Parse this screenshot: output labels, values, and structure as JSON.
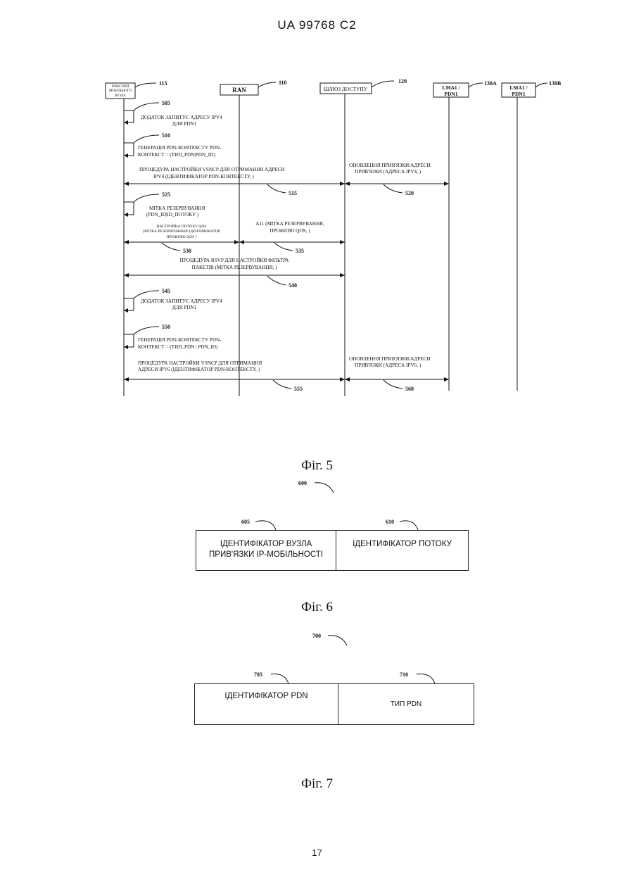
{
  "header": "UA   99768   C2",
  "page_number": "17",
  "fig5": {
    "caption": "Фіг. 5",
    "entities": [
      {
        "ref": "115",
        "lines": [
          "ПРИСТРІЙ",
          "МОБІЛЬНОГО",
          "ВУЗЛА"
        ]
      },
      {
        "ref": "110",
        "lines": [
          "RAN"
        ]
      },
      {
        "ref": "120",
        "lines": [
          "ШЛЮЗ ДОСТУПУ"
        ]
      },
      {
        "ref": "130A",
        "lines": [
          "LMA1 /",
          "PDN1"
        ]
      },
      {
        "ref": "130B",
        "lines": [
          "LMA1 /",
          "PDN1"
        ]
      }
    ],
    "steps": {
      "s505": {
        "ref": "505",
        "text": [
          "ДОДАТОК ЗАПИТУЄ АДРЕСУ IPV4",
          "ДЛЯ PDN1"
        ]
      },
      "s510": {
        "ref": "510",
        "text": [
          "ГЕНЕРАЦІЯ PDN-КОНТЕКСТУ  PDN-",
          "КОНТЕКСТ = (ТИП_PDN|PDN_ID)"
        ]
      },
      "s515": {
        "ref": "515",
        "text": [
          "ПРОЦЕДУРА НАСТРОЙКИ VSNCP ДЛЯ ОТРИМАННЯ АДРЕСИ",
          "IPV4 (ІДЕНТИФІКАТОР PDN-КОНТЕКСТУ,   )"
        ]
      },
      "s520": {
        "ref": "520",
        "text": [
          "ОНОВЛЕННЯ ПРИВ'ЯЗКИ/АДРЕСИ",
          "ПРИВ'ЯЗКИ (АДРЕСА IPV4,    )"
        ]
      },
      "s525": {
        "ref": "525",
        "text": [
          "МІТКА РЕЗЕРВУВАННЯ",
          "(PDN_ID|ID_ПОТОКУ )"
        ]
      },
      "s530": {
        "ref": "530",
        "text": [
          "НАСТРОЙКА ПОТОКУ QOS",
          "(МІТКА РЕЗЕРВУВАННЯ ІДЕНТИФІКАТОР",
          "ПРОФІЛЮ QOS   )"
        ]
      },
      "s535": {
        "ref": "535",
        "text": [
          "A11 (МІТКА РЕЗЕРВУВАННЯ,",
          "ПРОФІЛЮ QOS,   )"
        ]
      },
      "s540": {
        "ref": "540",
        "text": [
          "ПРОЦЕДУРА RSVP ДЛЯ НАСТРОЙКИ ФІЛЬТРА",
          "ПАКЕТІВ (МІТКА РЕЗЕРВУВАННЯ,   )"
        ]
      },
      "s545": {
        "ref": "545",
        "text": [
          "ДОДАТОК ЗАПИТУЄ АДРЕСУ IPV4",
          "ДЛЯ PDN1"
        ]
      },
      "s550": {
        "ref": "550",
        "text": [
          "ГЕНЕРАЦІЯ PDN-КОНТЕКСТУ  PDN-",
          "КОНТЕКСТ = (ТИП_PDN | PDN_ID)"
        ]
      },
      "s555": {
        "ref": "555",
        "text": [
          "ПРОЦЕДУРА НАСТРОЙКИ VSNCP ДЛЯ ОТРИМАННЯ",
          "АДРЕСИ IPV6 (ІДЕНТИФІКАТОР PDN-КОНТЕКСТУ,   )"
        ]
      },
      "s560": {
        "ref": "560",
        "text": [
          "ОНОВЛЕННЯ ПРИВ'ЯЗКИ/АДРЕСИ",
          "ПРИВ'ЯЗКИ (АДРЕСА IPV6,    )"
        ]
      }
    }
  },
  "fig6": {
    "caption": "Фіг. 6",
    "ref": "600",
    "cells": [
      {
        "ref": "605",
        "lines": [
          "ІДЕНТИФІКАТОР ВУЗЛА",
          "ПРИВ'ЯЗКИ IP-МОБІЛЬНОСТІ"
        ]
      },
      {
        "ref": "610",
        "lines": [
          "ІДЕНТИФІКАТОР ПОТОКУ"
        ]
      }
    ]
  },
  "fig7": {
    "caption": "Фіг. 7",
    "ref": "700",
    "cells": [
      {
        "ref": "705",
        "lines": [
          "ІДЕНТИФІКАТОР PDN"
        ]
      },
      {
        "ref": "710",
        "lines": [
          "ТИП PDN"
        ]
      }
    ]
  }
}
